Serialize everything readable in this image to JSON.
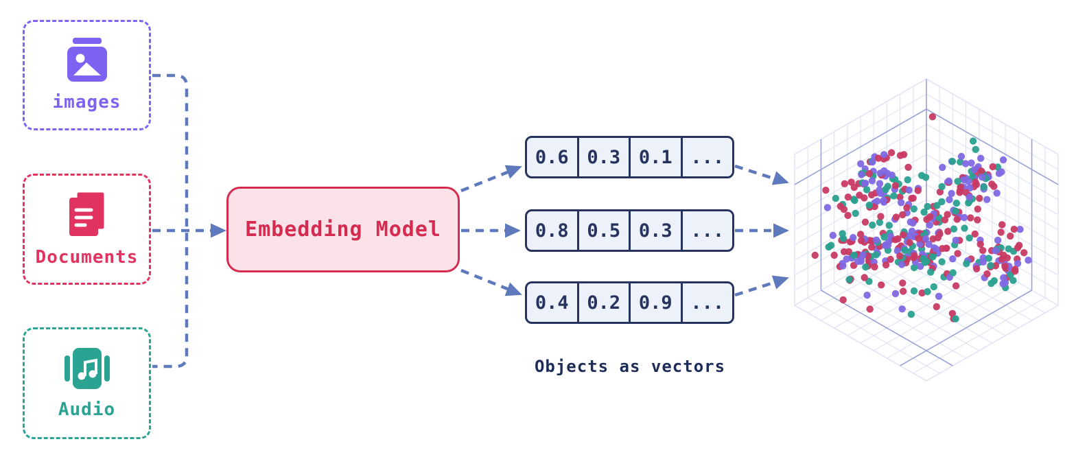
{
  "inputs": [
    {
      "label": "images",
      "color": "#7e62f1",
      "icon": "image-icon"
    },
    {
      "label": "Documents",
      "color": "#e0335f",
      "icon": "documents-icon"
    },
    {
      "label": "Audio",
      "color": "#2aa393",
      "icon": "audio-icon"
    }
  ],
  "model": {
    "label": "Embedding Model",
    "fill": "#fbe2e9",
    "border": "#d62b50"
  },
  "vectors": {
    "rows": [
      [
        "0.6",
        "0.3",
        "0.1",
        "..."
      ],
      [
        "0.8",
        "0.5",
        "0.3",
        "..."
      ],
      [
        "0.4",
        "0.2",
        "0.9",
        "..."
      ]
    ],
    "fill": "#edf1fa",
    "border": "#25335e"
  },
  "caption": "Objects as vectors",
  "arrows": {
    "color": "#5e7abd"
  },
  "scatter": {
    "grid_color": "#dfe2f4",
    "edge_color": "#9aa3d8",
    "dot_colors": {
      "red": "#c83a63",
      "purple": "#8068e2",
      "teal": "#2aa08f"
    }
  }
}
